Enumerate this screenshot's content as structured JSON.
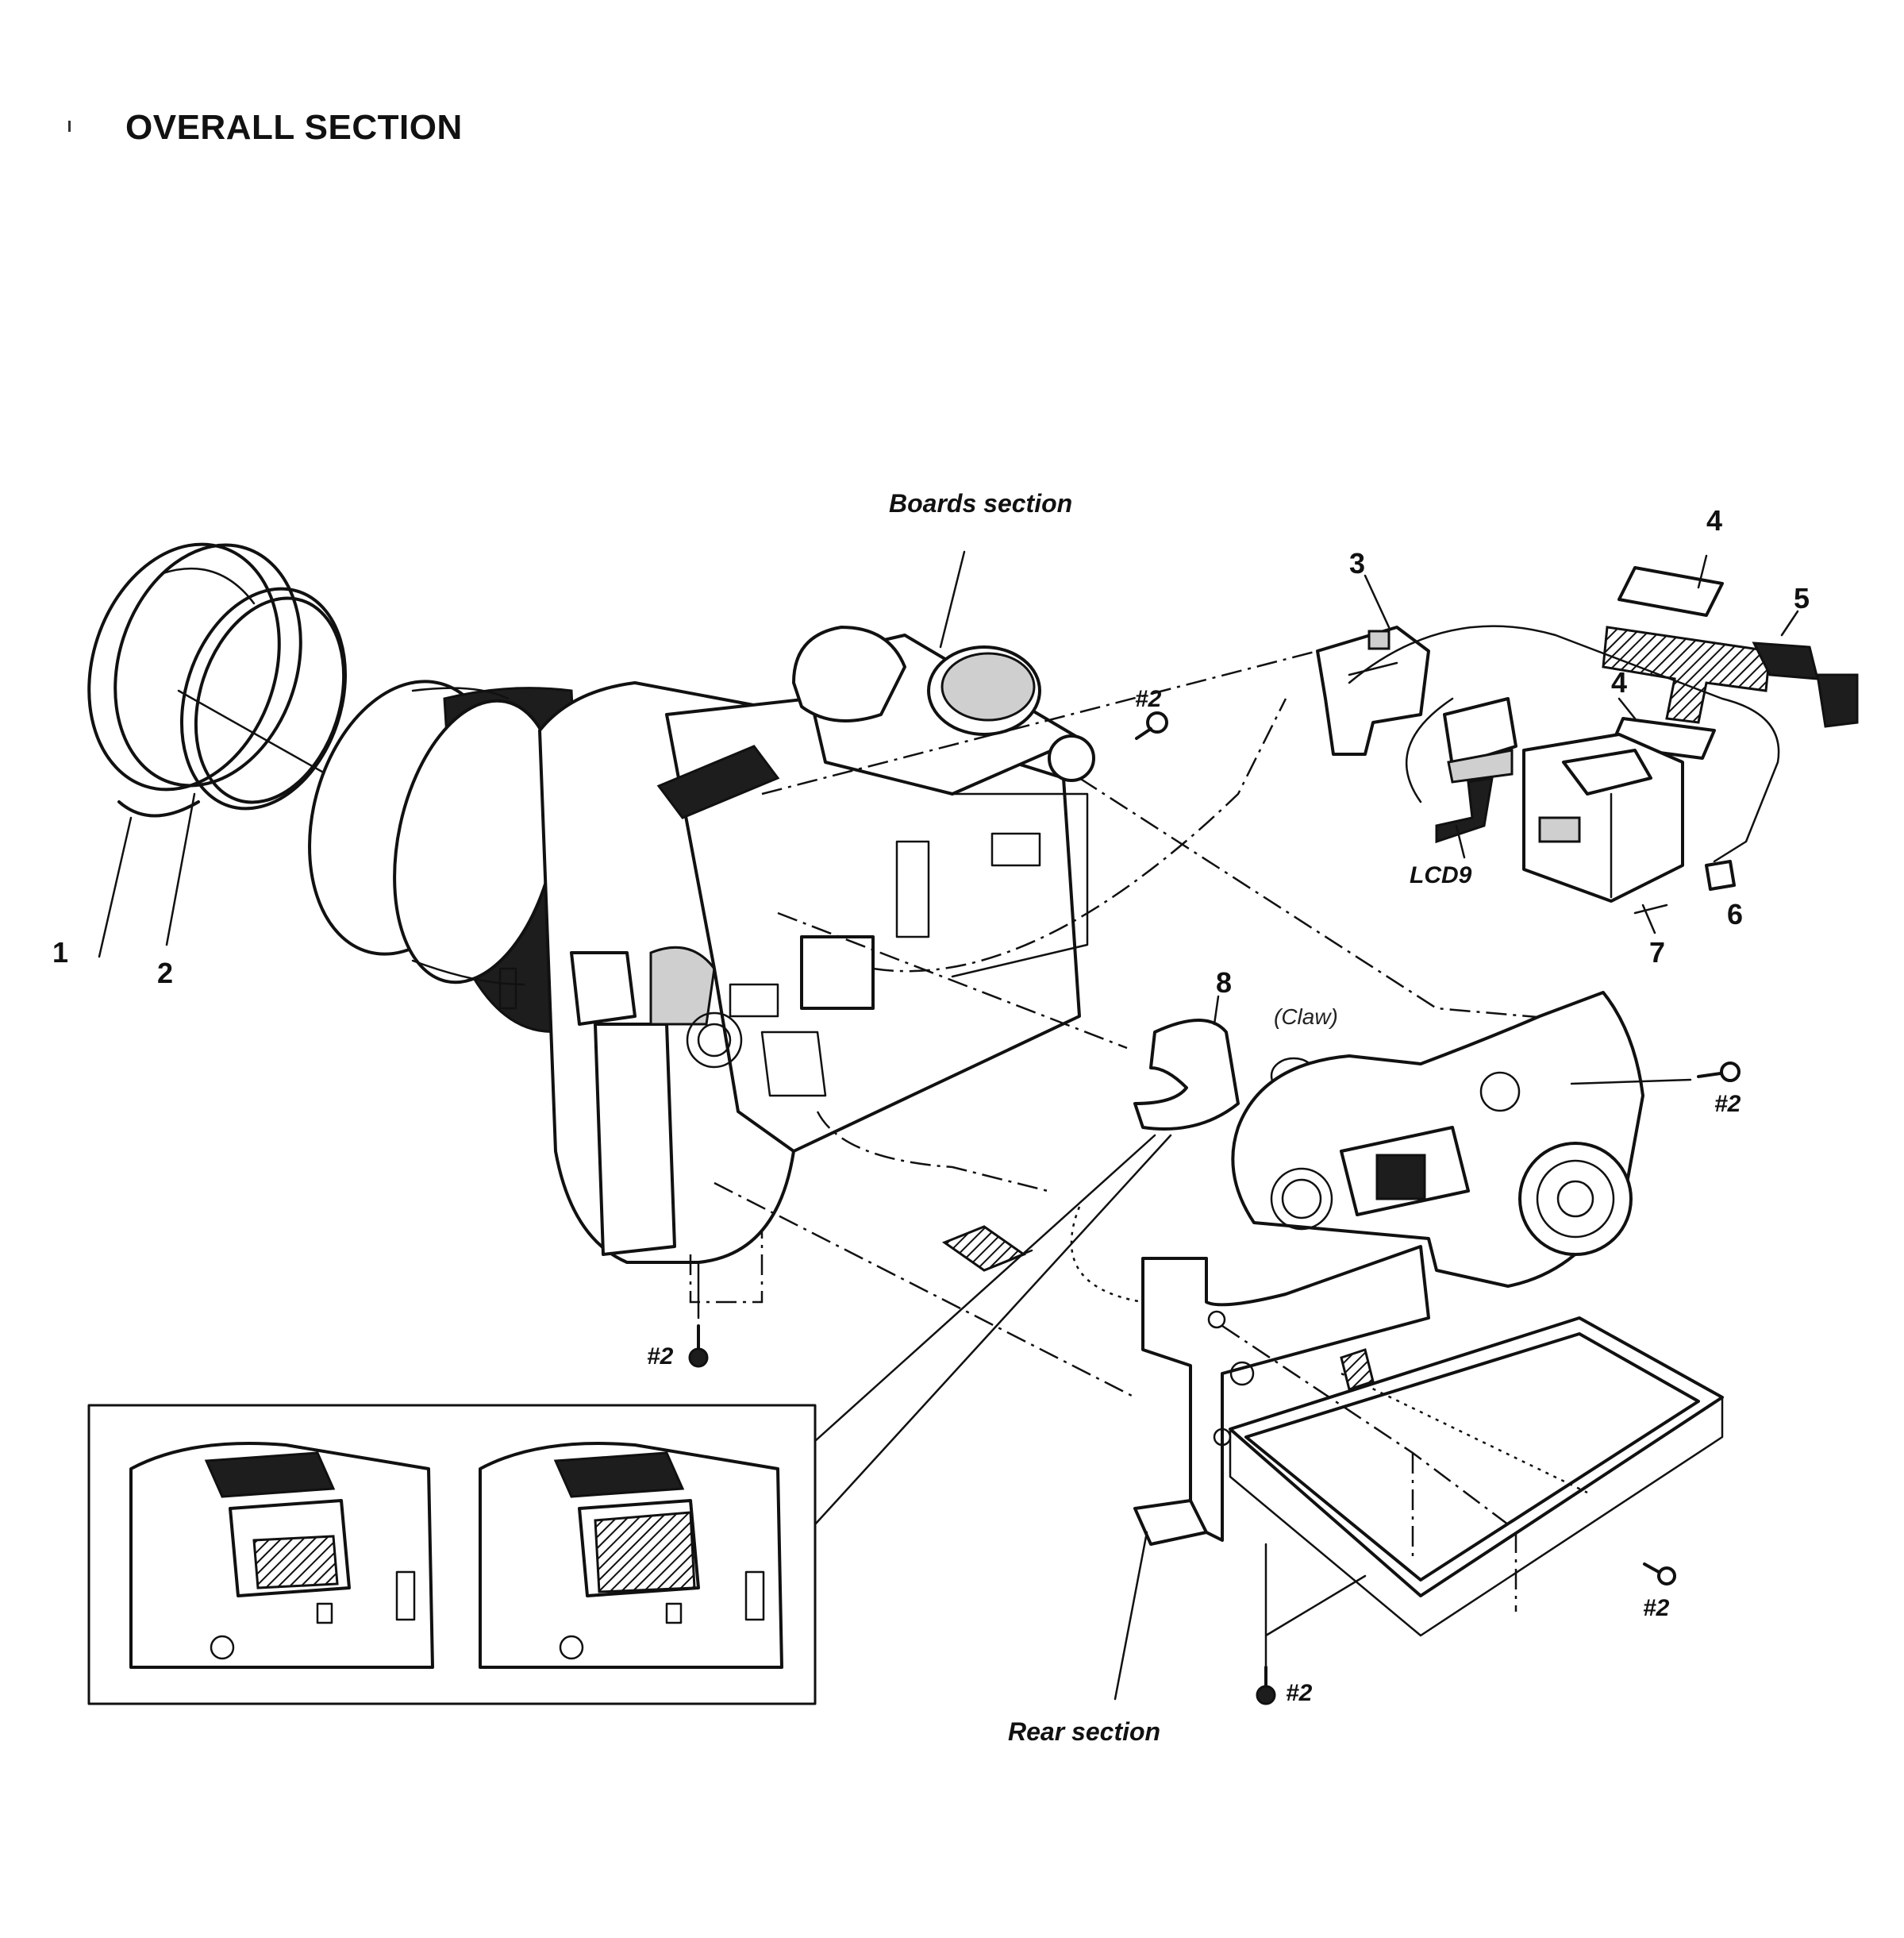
{
  "header": {
    "title": "OVERALL SECTION"
  },
  "sections": {
    "boards": "Boards section",
    "rear": "Rear section"
  },
  "callouts": {
    "c1": "1",
    "c2": "2",
    "c3": "3",
    "c4a": "4",
    "c4b": "4",
    "c5": "5",
    "c6": "6",
    "c7": "7",
    "c8": "8",
    "lcd": "LCD9",
    "claw": "(Claw)"
  },
  "screws": {
    "s_top": "#2",
    "s_left": "#2",
    "s_right": "#2",
    "s_lcd": "#2",
    "s_bottom": "#2"
  }
}
